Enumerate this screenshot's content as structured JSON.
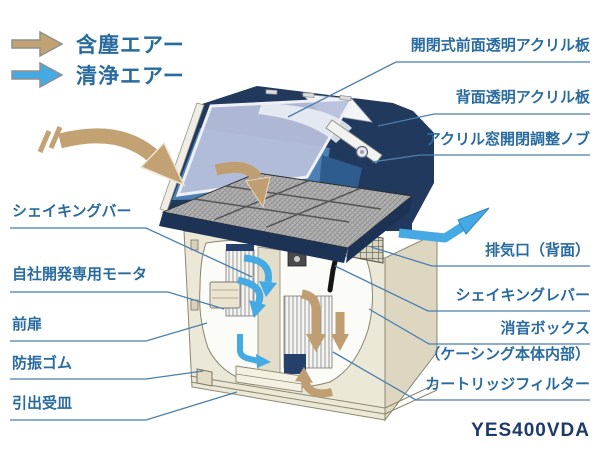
{
  "legend": {
    "items": [
      {
        "id": "dusty-air",
        "icon": "right-arrow-icon",
        "label": "含塵エアー",
        "color": "#c2a273"
      },
      {
        "id": "clean-air",
        "icon": "right-arrow-icon",
        "label": "清浄エアー",
        "color": "#45aae4"
      }
    ]
  },
  "callouts": {
    "right": [
      {
        "id": "front-acrylic-panel",
        "text": "開閉式前面透明アクリル板"
      },
      {
        "id": "rear-acrylic-panel",
        "text": "背面透明アクリル板"
      },
      {
        "id": "window-adjust-knob",
        "text": "アクリル窓開閉調整ノブ"
      },
      {
        "id": "exhaust-port",
        "text": "排気口（背面）"
      },
      {
        "id": "shaking-lever",
        "text": "シェイキングレバー"
      },
      {
        "id": "silencer-box",
        "text": "消音ボックス"
      },
      {
        "id": "silencer-box-note",
        "text": "（ケーシング本体内部）"
      },
      {
        "id": "cartridge-filter",
        "text": "カートリッジフィルター"
      }
    ],
    "left": [
      {
        "id": "shaking-bar",
        "text": "シェイキングバー"
      },
      {
        "id": "dedicated-motor",
        "text": "自社開発専用モータ"
      },
      {
        "id": "front-door",
        "text": "前扉"
      },
      {
        "id": "vibration-rubber",
        "text": "防振ゴム"
      },
      {
        "id": "drawer-tray",
        "text": "引出受皿"
      }
    ]
  },
  "model_number": "YES400VDA",
  "colors": {
    "label_text": "#2a6b9f",
    "model_text": "#1d3a6b",
    "leader_line": "#4a7fae",
    "dusty_air": "#c2a273",
    "clean_air": "#45aae4",
    "hood_navy": "#21395d",
    "acrylic": "#b6bfdb",
    "cabinet_cream": "#ece8d7"
  }
}
